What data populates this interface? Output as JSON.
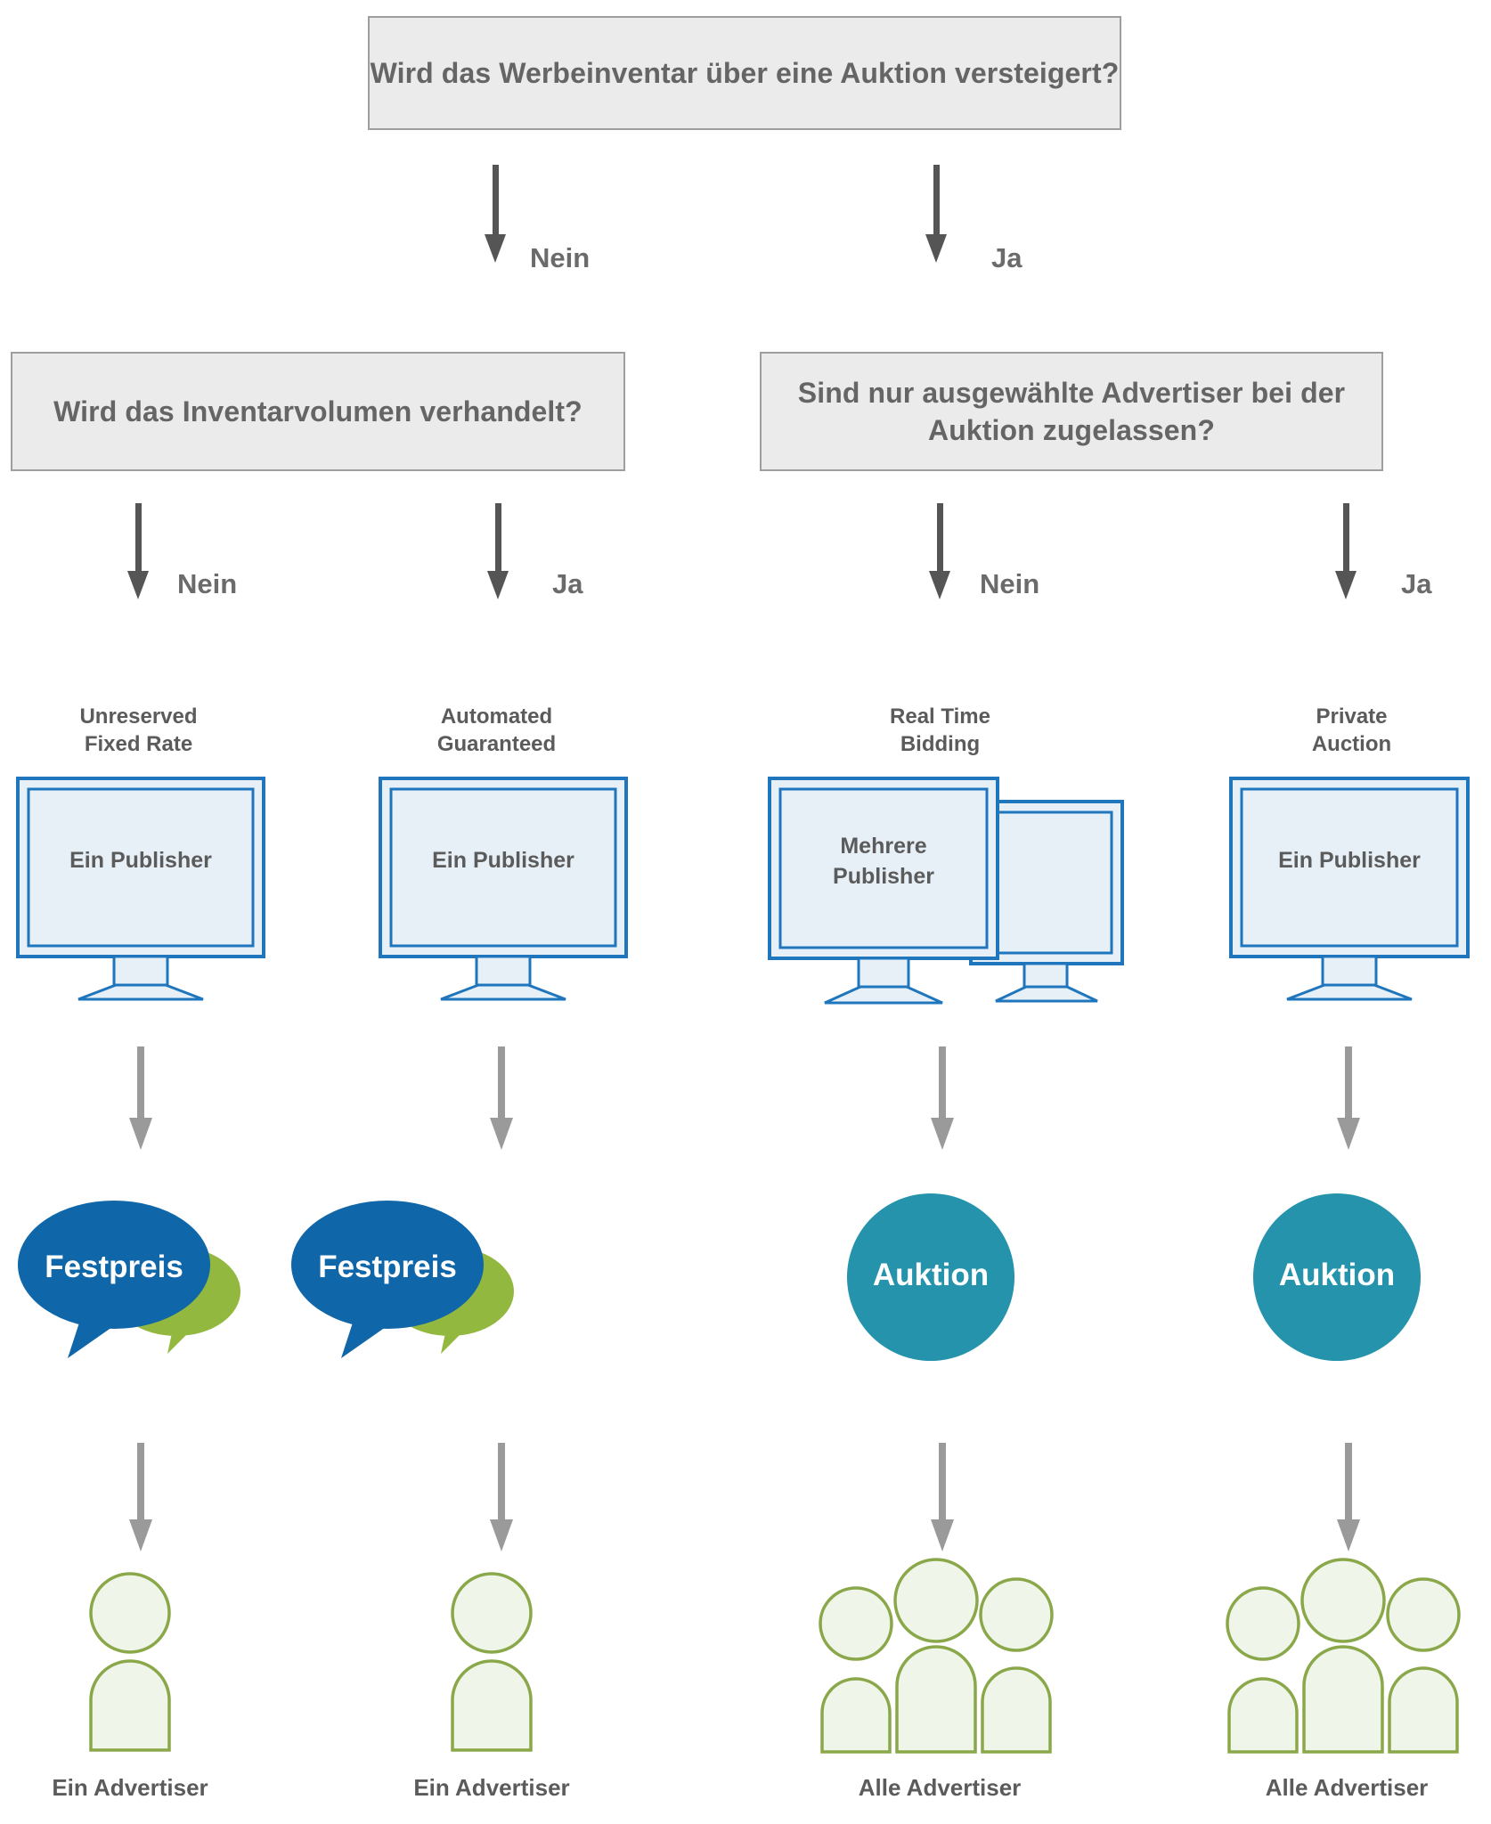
{
  "palette": {
    "box_fill": "#ebebeb",
    "box_border": "#9e9e9e",
    "dark_text": "#656565",
    "dark_arrow": "#555555",
    "light_arrow": "#9a9a9a",
    "monitor_stroke": "#1f76bd",
    "monitor_fill": "#e7f0f7",
    "bubble_blue": "#0f66a8",
    "bubble_green": "#93b83f",
    "circle_teal": "#2493ab",
    "person_stroke": "#8aa84a",
    "person_fill": "#f0f5ea"
  },
  "questions": {
    "root": "Wird das Werbeinventar\nüber eine Auktion versteigert?",
    "left": "Wird das Inventarvolumen\nverhandelt?",
    "right": "Sind nur ausgewählte Advertiser\nbei der Auktion zugelassen?"
  },
  "edge_labels": {
    "root_no": "Nein",
    "root_yes": "Ja",
    "left_no": "Nein",
    "left_yes": "Ja",
    "right_no": "Nein",
    "right_yes": "Ja"
  },
  "columns": [
    {
      "id": "unreserved-fixed-rate",
      "title": "Unreserved\nFixed Rate",
      "publisher": "Ein Publisher",
      "monitor_count": 1,
      "pricing": "Festpreis",
      "pricing_shape": "speech-bubbles",
      "advertiser": "Ein Advertiser",
      "people_count": 1
    },
    {
      "id": "automated-guaranteed",
      "title": "Automated\nGuaranteed",
      "publisher": "Ein Publisher",
      "monitor_count": 1,
      "pricing": "Festpreis",
      "pricing_shape": "speech-bubbles",
      "advertiser": "Ein Advertiser",
      "people_count": 1
    },
    {
      "id": "real-time-bidding",
      "title": "Real Time\nBidding",
      "publisher": "Mehrere\nPublisher",
      "monitor_count": 2,
      "pricing": "Auktion",
      "pricing_shape": "circle",
      "advertiser": "Alle Advertiser",
      "people_count": 3
    },
    {
      "id": "private-auction",
      "title": "Private\nAuction",
      "publisher": "Ein Publisher",
      "monitor_count": 1,
      "pricing": "Auktion",
      "pricing_shape": "circle",
      "advertiser": "Alle Advertiser",
      "people_count": 3
    }
  ]
}
